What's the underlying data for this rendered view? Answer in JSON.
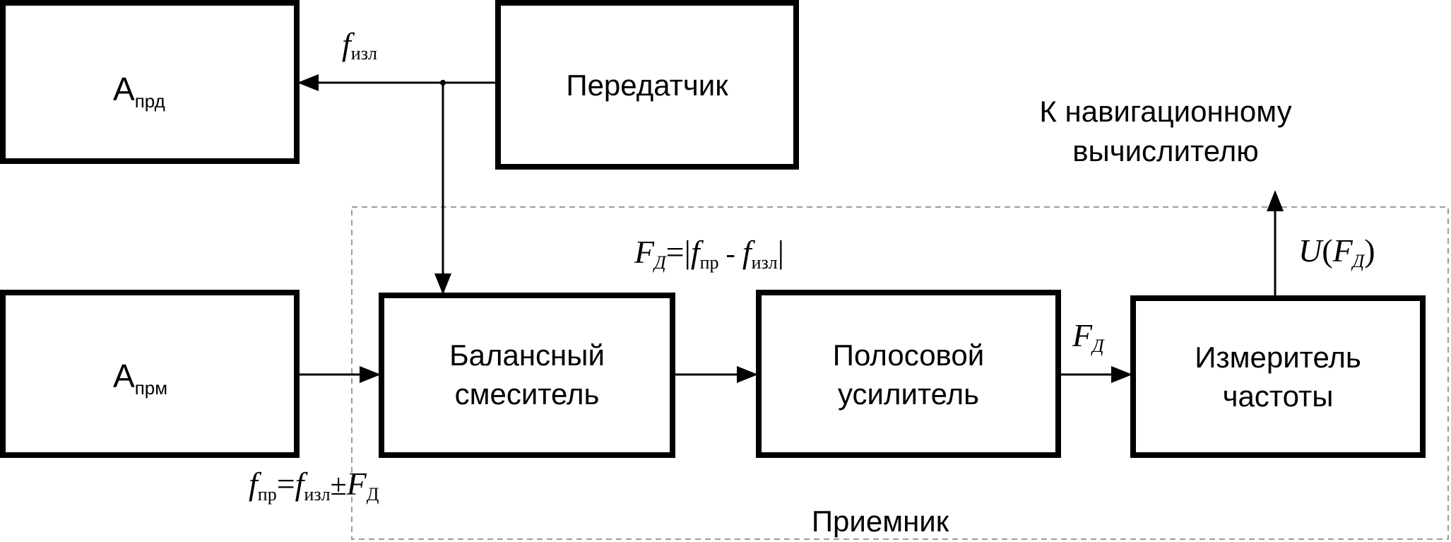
{
  "blocks": {
    "antenna_tx": {
      "main": "A",
      "sub": "прд"
    },
    "transmitter": {
      "label": "Передатчик"
    },
    "antenna_rx": {
      "main": "A",
      "sub": "прм"
    },
    "mixer": {
      "line1": "Балансный",
      "line2": "смеситель"
    },
    "amplifier": {
      "line1": "Полосовой",
      "line2": "усилитель"
    },
    "meter": {
      "line1": "Измеритель",
      "line2": "частоты"
    }
  },
  "receiver_label": "Приемник",
  "nav_label": {
    "line1": "К навигационному",
    "line2": "вычислителю"
  },
  "signals": {
    "f_emit": {
      "f": "f",
      "sub": "изл"
    },
    "doppler_formula": {
      "F": "F",
      "F_sub": "Д",
      "eq": "=|",
      "f1": "f",
      "f1_sub": "пр",
      "minus": " - ",
      "f2": "f",
      "f2_sub": "изл",
      "close": "|"
    },
    "received_formula": {
      "f1": "f",
      "f1_sub": "пр",
      "eq": "=",
      "f2": "f",
      "f2_sub": "изл",
      "pm": "±",
      "F": "F",
      "F_sub": "Д"
    },
    "doppler": {
      "F": "F",
      "sub": "Д"
    },
    "output": {
      "U": "U",
      "open": "(",
      "F": "F",
      "sub": "Д",
      "close": ")"
    }
  }
}
